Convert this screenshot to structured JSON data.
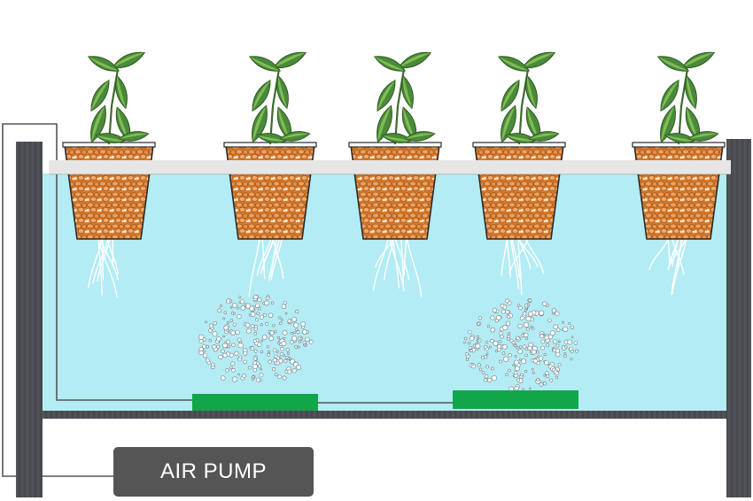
{
  "labels": {
    "air_pump": "AIR PUMP"
  },
  "colors": {
    "water": "#b3ecf4",
    "water_edge": "#8fdbe8",
    "post": "#4a4d52",
    "rail": "#e6e6e6",
    "air_stone": "#11a64a",
    "pump_box": "#555555",
    "leaf": "#4a8a3a",
    "leaf_light": "#8cc65a",
    "clay_pebble": "#e58a3a",
    "tubing": "#555555"
  },
  "diagram": {
    "plant_pots": 5,
    "air_stones": 2,
    "icons": [
      "plant-icon",
      "clay-pebble-pot",
      "root-bundle",
      "air-bubbles",
      "air-stone",
      "air-tube",
      "support-post"
    ]
  }
}
